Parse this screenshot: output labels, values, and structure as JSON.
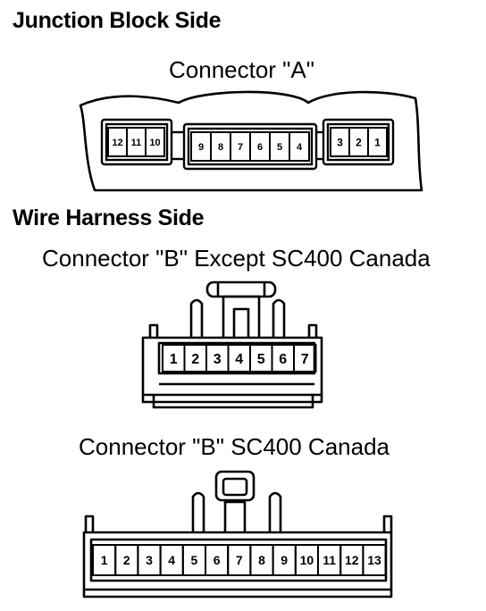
{
  "headings": {
    "junction": "Junction Block Side",
    "harness": "Wire Harness Side"
  },
  "captions": {
    "connector_a": "Connector \"A\"",
    "connector_b_except": "Connector \"B\" Except SC400 Canada",
    "connector_b_canada": "Connector \"B\" SC400 Canada"
  },
  "connector_a": {
    "groups": [
      [
        "12",
        "11",
        "10"
      ],
      [
        "9",
        "8",
        "7",
        "6",
        "5",
        "4"
      ],
      [
        "3",
        "2",
        "1"
      ]
    ]
  },
  "connector_b_except": {
    "pins": [
      "1",
      "2",
      "3",
      "4",
      "5",
      "6",
      "7"
    ]
  },
  "connector_b_canada": {
    "pins": [
      "1",
      "2",
      "3",
      "4",
      "5",
      "6",
      "7",
      "8",
      "9",
      "10",
      "11",
      "12",
      "13"
    ]
  }
}
